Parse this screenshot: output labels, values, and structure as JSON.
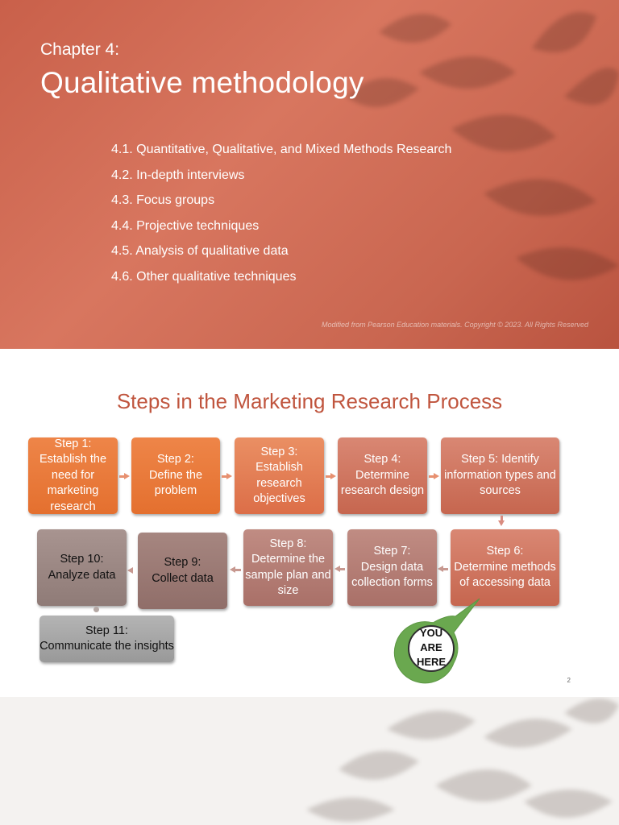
{
  "slide1": {
    "chapter_label": "Chapter 4:",
    "title": "Qualitative methodology",
    "toc": [
      "4.1. Quantitative, Qualitative, and Mixed Methods Research",
      "4.2. In-depth interviews",
      "4.3. Focus groups",
      "4.4. Projective techniques",
      "4.5. Analysis of qualitative data",
      "4.6. Other qualitative techniques"
    ],
    "copyright": "Modified from Pearson Education materials. Copyright © 2023. All Rights Reserved"
  },
  "slide2": {
    "title": "Steps in the Marketing Research Process",
    "steps": [
      "Step 1:\nEstablish the need for marketing research",
      "Step 2:\nDefine the problem",
      "Step 3:\nEstablish research objectives",
      "Step 4:\nDetermine research design",
      "Step 5: Identify information types and sources",
      "Step 6:\nDetermine methods of accessing data",
      "Step 7:\nDesign data collection forms",
      "Step 8:\nDetermine the sample plan and size",
      "Step 9:\nCollect data",
      "Step 10:\nAnalyze data",
      "Step 11:\nCommunicate the insights"
    ],
    "you_are_here": "YOU\nARE\nHERE",
    "page_number": "2"
  },
  "colors": {
    "title_accent": "#c0553e",
    "you_are_here_green": "#6aa84f"
  }
}
